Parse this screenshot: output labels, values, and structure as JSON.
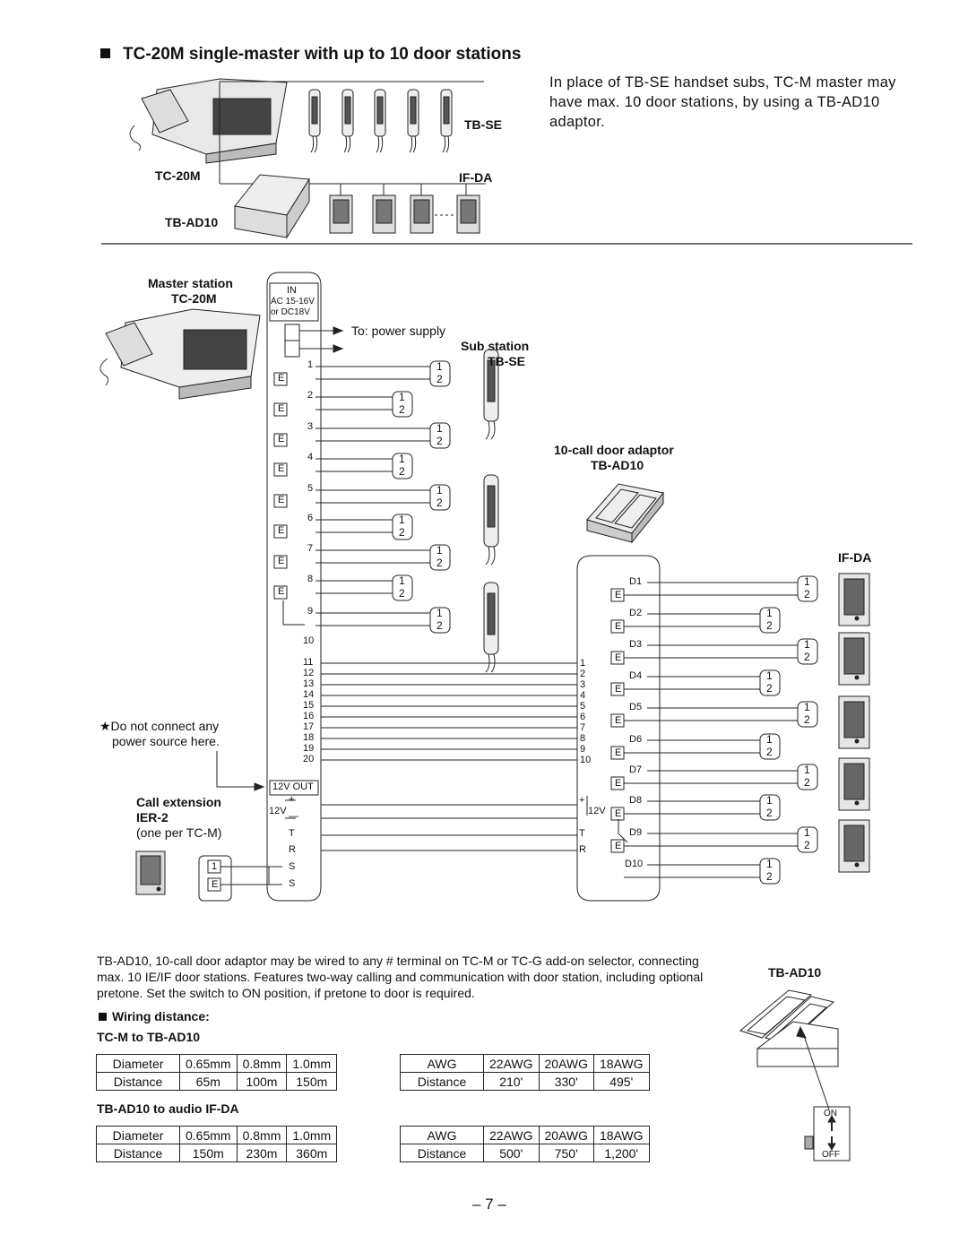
{
  "heading": "TC-20M single-master with up to 10 door stations",
  "intro": "In place of TB-SE handset subs, TC-M master may have max. 10 door stations, by using a TB-AD10 adaptor.",
  "overview": {
    "tbse_label": "TB-SE",
    "tc20m_label": "TC-20M",
    "ifda_label": "IF-DA",
    "tbad10_label": "TB-AD10"
  },
  "wiring": {
    "master_title": "Master station",
    "master_model": "TC-20M",
    "in_label": "IN",
    "in_ac": "AC 15-16V",
    "in_dc": "or DC18V",
    "power_text": "To: power supply",
    "sub_title": "Sub station",
    "sub_model": "TB-SE",
    "adaptor_title": "10-call door adaptor",
    "adaptor_model": "TB-AD10",
    "ifda_label": "IF-DA",
    "warning": "★Do not connect any",
    "warning2": "power source here.",
    "ext_title": "Call extension",
    "ext_model": "IER-2",
    "ext_note": "(one per TC-M)",
    "out_label": "12V OUT",
    "v12": "12V",
    "plus": "+",
    "minus": "—",
    "t": "T",
    "r": "R",
    "s": "S",
    "e": "E",
    "one": "1",
    "two": "2",
    "terminals": [
      "1",
      "2",
      "3",
      "4",
      "5",
      "6",
      "7",
      "8",
      "9",
      "10",
      "11",
      "12",
      "13",
      "14",
      "15",
      "16",
      "17",
      "18",
      "19",
      "20"
    ],
    "adaptor_terminals": [
      "1",
      "2",
      "3",
      "4",
      "5",
      "6",
      "7",
      "8",
      "9",
      "10"
    ],
    "door_terminals": [
      "D1",
      "D2",
      "D3",
      "D4",
      "D5",
      "D6",
      "D7",
      "D8",
      "D9",
      "D10"
    ]
  },
  "description": "TB-AD10, 10-call door adaptor may be wired to any # terminal on TC-M or TC-G add-on selector, connecting max. 10 IE/IF door stations. Features two-way calling and communication with door station, including optional pretone. Set the switch to ON position, if pretone to door is required.",
  "wiring_distance": {
    "title": "Wiring distance:",
    "section1": "TC-M to TB-AD10",
    "section2": "TB-AD10 to audio IF-DA",
    "t1_metric": [
      [
        "Diameter",
        "0.65mm",
        "0.8mm",
        "1.0mm"
      ],
      [
        "Distance",
        "65m",
        "100m",
        "150m"
      ]
    ],
    "t1_awg": [
      [
        "AWG",
        "22AWG",
        "20AWG",
        "18AWG"
      ],
      [
        "Distance",
        "210'",
        "330'",
        "495'"
      ]
    ],
    "t2_metric": [
      [
        "Diameter",
        "0.65mm",
        "0.8mm",
        "1.0mm"
      ],
      [
        "Distance",
        "150m",
        "230m",
        "360m"
      ]
    ],
    "t2_awg": [
      [
        "AWG",
        "22AWG",
        "20AWG",
        "18AWG"
      ],
      [
        "Distance",
        "500'",
        "750'",
        "1,200'"
      ]
    ]
  },
  "switch": {
    "title": "TB-AD10",
    "on": "ON",
    "off": "OFF"
  },
  "page_number": "– 7 –"
}
